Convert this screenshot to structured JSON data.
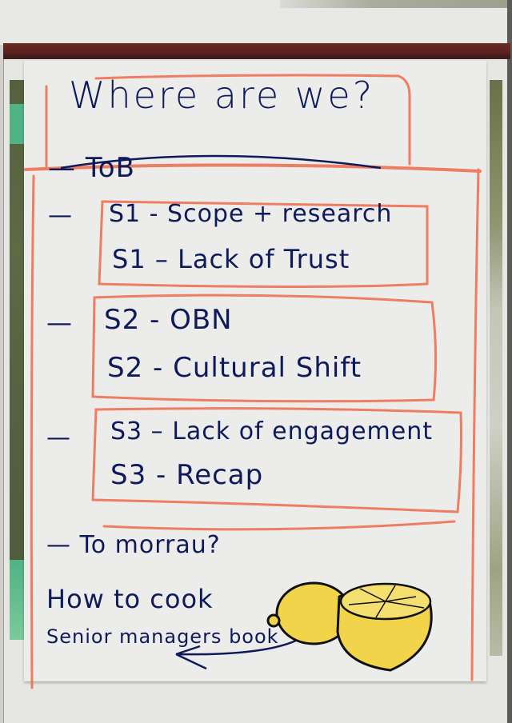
{
  "flipchart": {
    "title": "Where are we?",
    "items": [
      {
        "bullet": "—",
        "label": "ToB"
      },
      {
        "bullet": "—",
        "label": "S1 - Scope + research"
      },
      {
        "bullet": "",
        "label": "S1 – Lack of Trust"
      },
      {
        "bullet": "—",
        "label": "S2 - OBN"
      },
      {
        "bullet": "",
        "label": "S2 - Cultural Shift"
      },
      {
        "bullet": "—",
        "label": "S3 – Lack of engagement"
      },
      {
        "bullet": "",
        "label": "S3 - Recap"
      },
      {
        "bullet": "—",
        "label": "To morrau?"
      }
    ],
    "footer_line1": "How to cook",
    "footer_line2": "Senior managers book",
    "drawing": "lemon-drawing"
  },
  "colors": {
    "ink": "#0e1a5a",
    "box_outline": "#f06a4a",
    "highlight": "#f2d44a",
    "paper": "#ececea",
    "frame_bar": "#5b231f"
  }
}
